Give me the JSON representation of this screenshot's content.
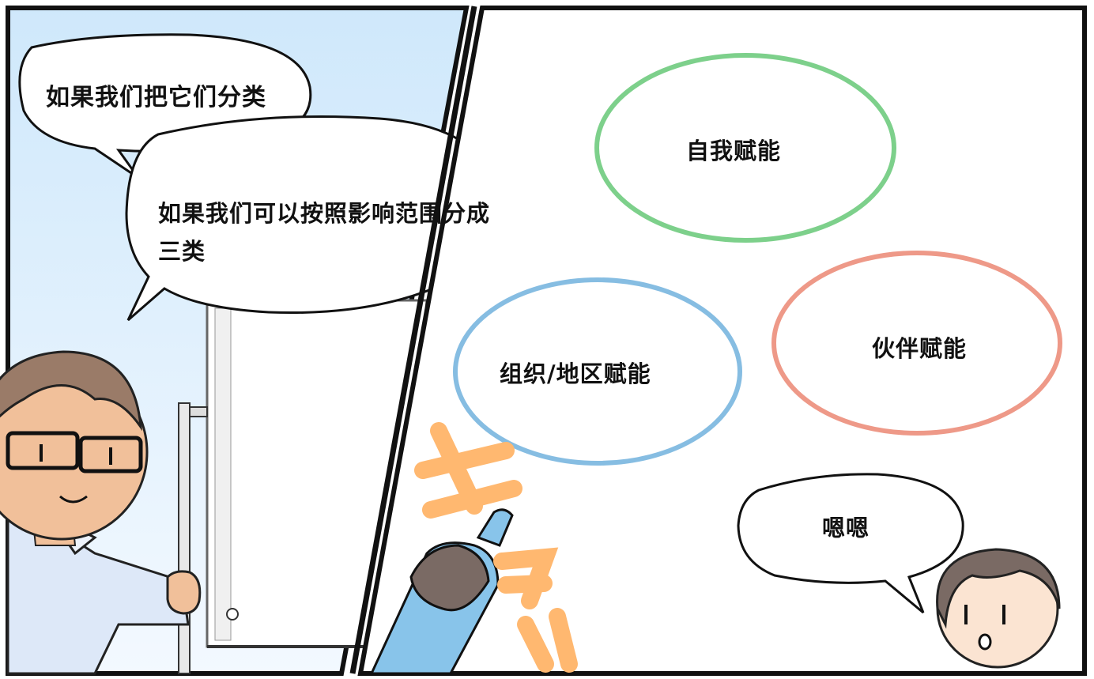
{
  "left_panel": {
    "speech_bubble_1": "如果我们把它们分类",
    "speech_bubble_2": "如果我们可以按照影响范围分成三类"
  },
  "right_panel": {
    "circles": {
      "self": {
        "label": "自我赋能",
        "color": "#7dd08b"
      },
      "partner": {
        "label": "伙伴赋能",
        "color": "#ee9988"
      },
      "org": {
        "label": "组织/地区赋能",
        "color": "#86bde2"
      }
    },
    "sound_effect": "キュッ",
    "speech_bubble_3": "嗯嗯"
  },
  "colors": {
    "panel_border": "#111111",
    "sky": "#dcefff",
    "skin": "#f1c09a",
    "hair": "#9a7b68",
    "shirt": "#dde8f8",
    "marker_cap": "#88c4ea",
    "sound_effect": "#ffb870"
  }
}
